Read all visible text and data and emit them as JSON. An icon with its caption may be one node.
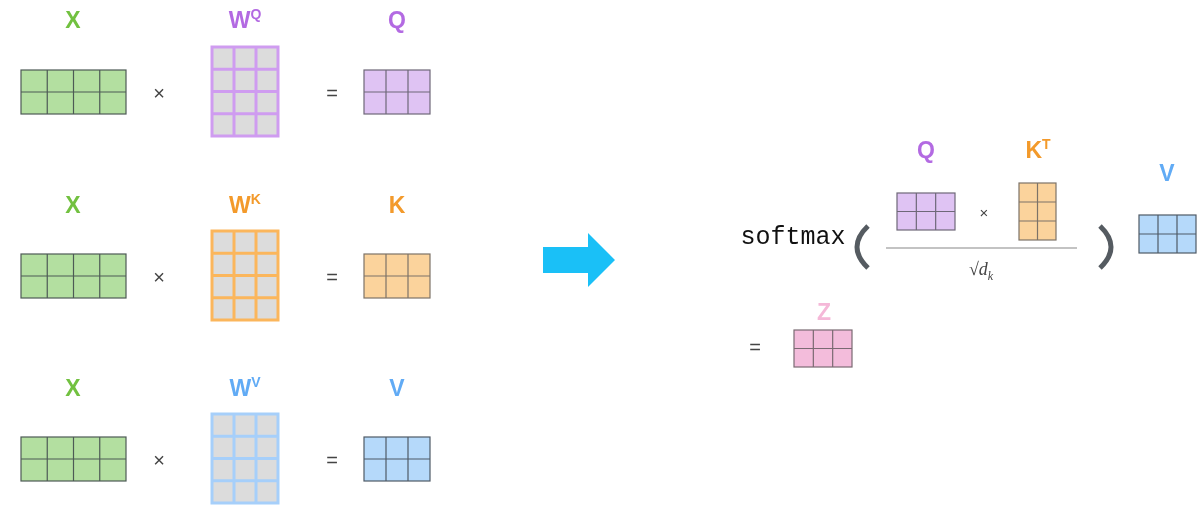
{
  "diagram": {
    "nodes": [
      {
        "text": [
          "X"
        ]
      },
      {
        "text": [
          "W$^{Q}$"
        ]
      },
      {
        "text": [
          "Q"
        ]
      },
      {
        "text": [
          "X"
        ]
      },
      {
        "text": [
          "W$^{K}$"
        ]
      },
      {
        "text": [
          "K"
        ]
      },
      {
        "text": [
          "X"
        ]
      },
      {
        "text": [
          "W$^{V}$"
        ]
      },
      {
        "text": [
          "V"
        ]
      },
      {
        "text": [
          "Q"
        ]
      },
      {
        "text": [
          "K$^{T}$"
        ]
      },
      {
        "text": [
          "V"
        ]
      },
      {
        "text": [
          "Z"
        ]
      }
    ],
    "edges": [],
    "labels": [
      "×",
      "=",
      "×",
      "=",
      "×",
      "=",
      "softmax",
      "×",
      "√d$_{k}$",
      "="
    ]
  }
}
